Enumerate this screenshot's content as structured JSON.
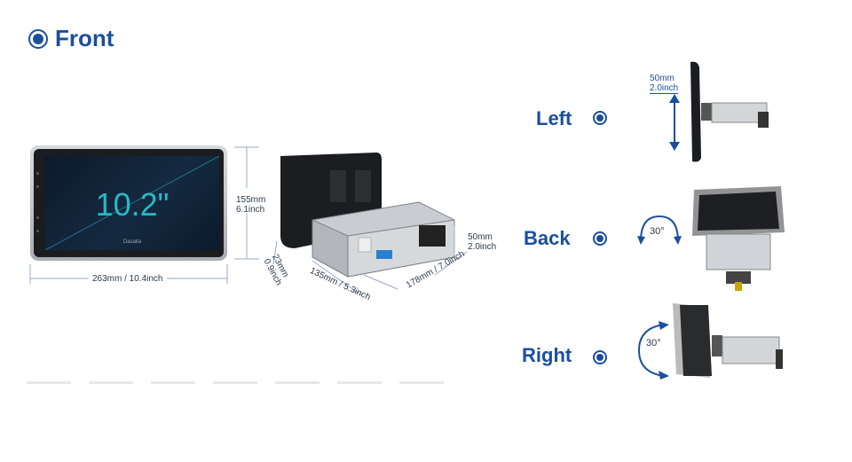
{
  "heading": {
    "label": "Front"
  },
  "front_screen": {
    "size_label": "10.2\"",
    "brand": "Dasaita",
    "height_mm": "155mm",
    "height_inch": "6.1inch",
    "width_label": "263mm / 10.4inch"
  },
  "side_unit": {
    "height_mm": "50mm",
    "height_inch": "2.0inch",
    "thick_mm": "23mm",
    "thick_inch": "0.9inch",
    "depth_label": "135mm / 5.3inch",
    "width_label": "178mm / 7.0inch"
  },
  "views": [
    {
      "label": "Left",
      "dim_mm": "50mm",
      "dim_inch": "2.0inch"
    },
    {
      "label": "Back",
      "angle": "30°"
    },
    {
      "label": "Right",
      "angle": "30°"
    }
  ],
  "colors": {
    "brand_blue": "#1b4f9c",
    "screen_teal": "#28b8c8"
  }
}
